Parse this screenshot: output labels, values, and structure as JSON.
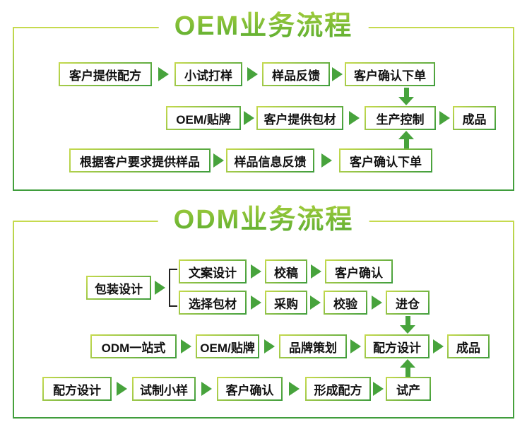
{
  "colors": {
    "box_border_light": "#c6da4e",
    "box_border_dark": "#3f9d3c",
    "arrow": "#47a33c",
    "title_gradient_top": "#a4cd3c",
    "title_gradient_bottom": "#54aa30",
    "text": "#111111"
  },
  "oem": {
    "title": "OEM业务流程",
    "row1": [
      "客户提供配方",
      "小试打样",
      "样品反馈",
      "客户确认下单"
    ],
    "row2": [
      "OEM/贴牌",
      "客户提供包材",
      "生产控制",
      "成品"
    ],
    "row3": [
      "根据客户要求提供样品",
      "样品信息反馈",
      "客户确认下单"
    ]
  },
  "odm": {
    "title": "ODM业务流程",
    "branch_root": "包装设计",
    "rowA": [
      "文案设计",
      "校稿",
      "客户确认"
    ],
    "rowB": [
      "选择包材",
      "采购",
      "校验",
      "进仓"
    ],
    "rowC": [
      "ODM一站式",
      "OEM/贴牌",
      "品牌策划",
      "配方设计",
      "成品"
    ],
    "rowD": [
      "配方设计",
      "试制小样",
      "客户确认",
      "形成配方",
      "试产"
    ]
  }
}
